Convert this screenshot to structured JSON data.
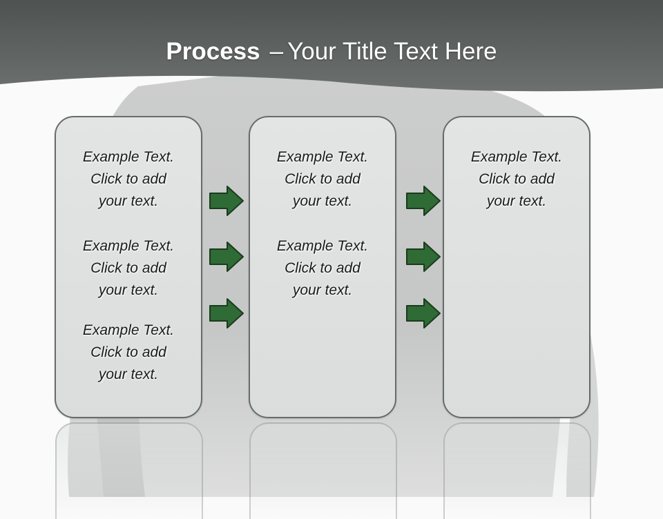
{
  "slide": {
    "title_bold": "Process",
    "title_dash": "–",
    "title_rest": "Your Title Text Here"
  },
  "colors": {
    "header": "#5b5f5e",
    "card_fill": "#dfe1e0",
    "card_border": "#666c6a",
    "arrow_fill": "#2f6b35",
    "arrow_stroke": "#1b3a1e"
  },
  "columns": [
    {
      "blocks": [
        {
          "line1": "Example Text.",
          "line2": "Click  to add",
          "line3": "your text."
        },
        {
          "line1": "Example Text.",
          "line2": "Click  to add",
          "line3": "your text."
        },
        {
          "line1": "Example Text.",
          "line2": "Click  to add",
          "line3": "your text."
        }
      ]
    },
    {
      "blocks": [
        {
          "line1": "Example Text.",
          "line2": "Click  to add",
          "line3": "your text."
        },
        {
          "line1": "Example Text.",
          "line2": "Click  to add",
          "line3": "your text."
        }
      ]
    },
    {
      "blocks": [
        {
          "line1": "Example Text.",
          "line2": "Click  to add",
          "line3": "your text."
        }
      ]
    }
  ],
  "arrows": {
    "icon": "right-arrow-icon",
    "groups": [
      3,
      3
    ]
  }
}
